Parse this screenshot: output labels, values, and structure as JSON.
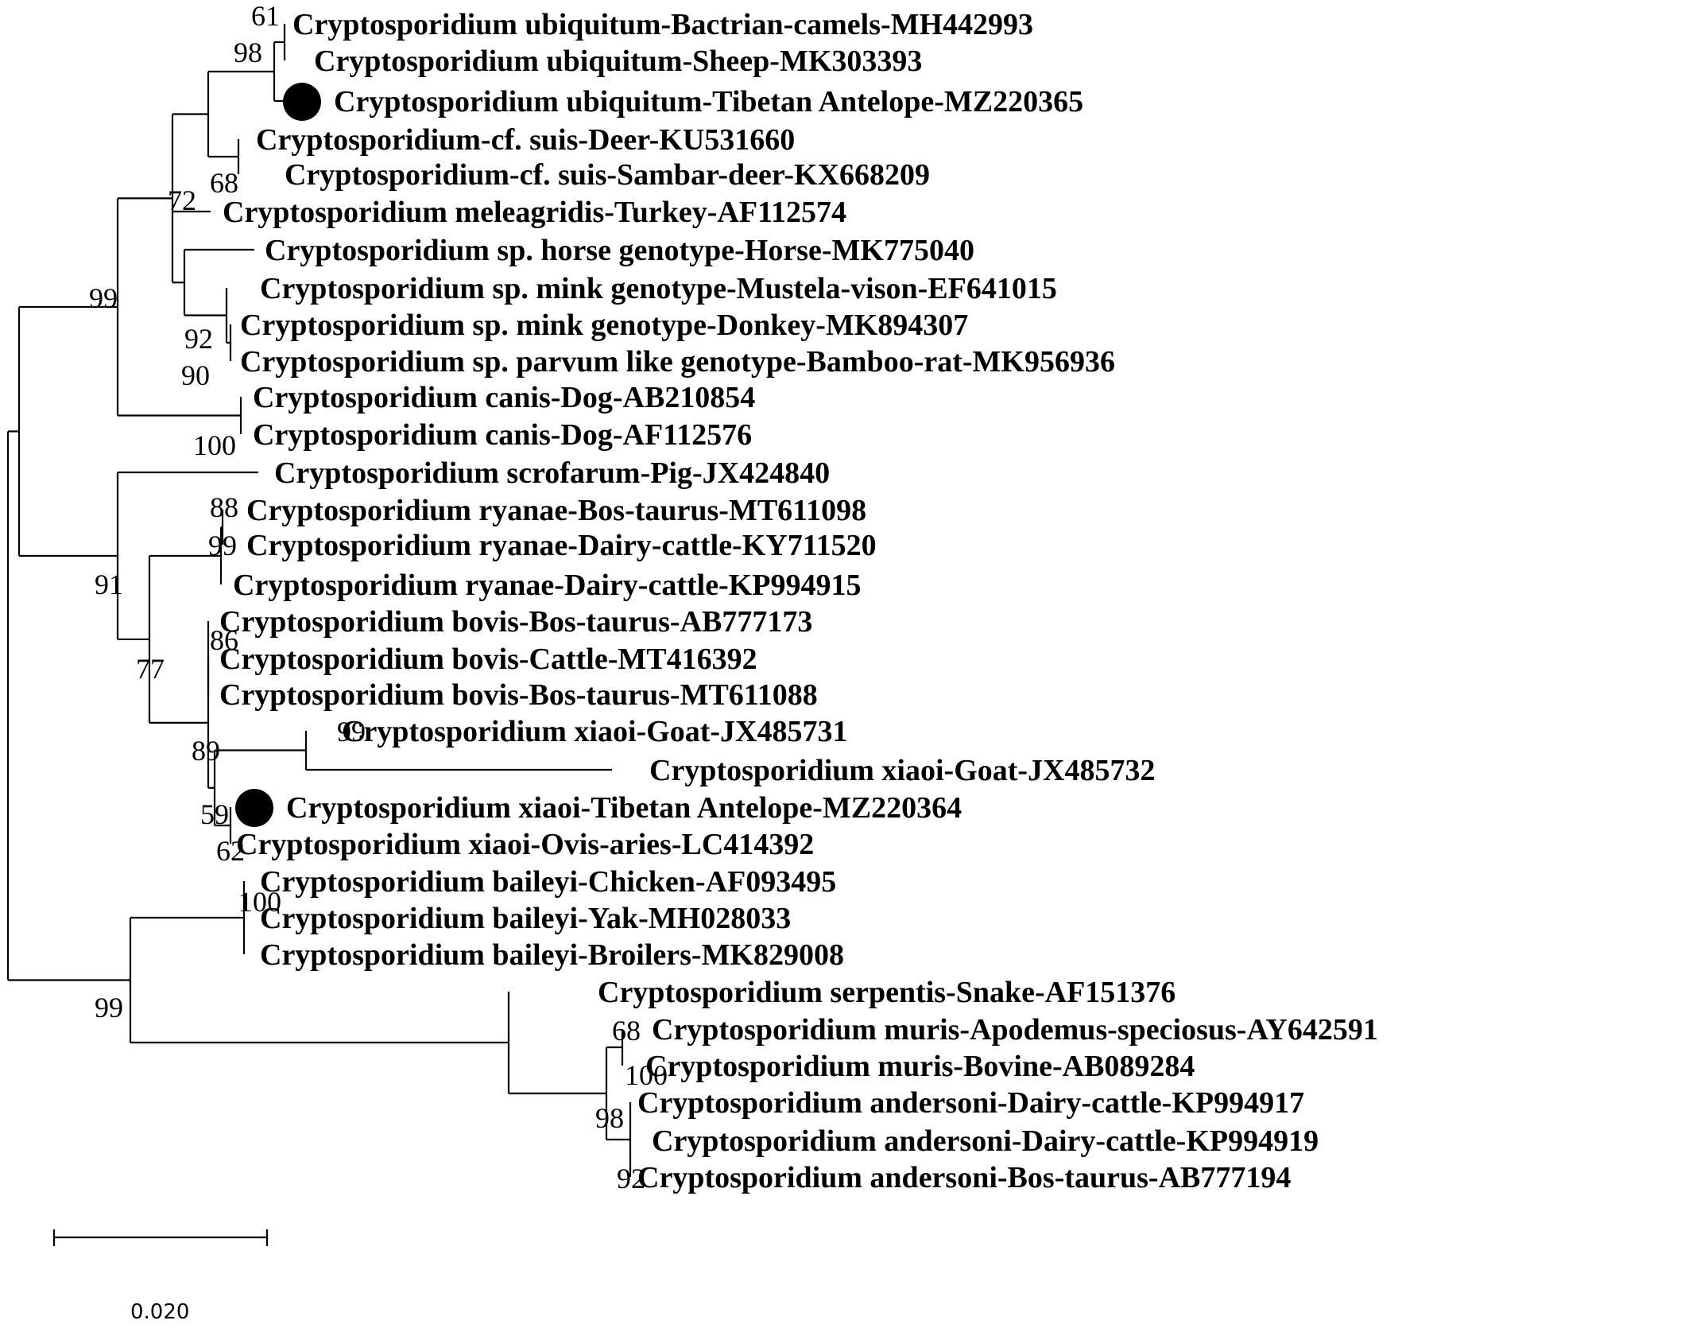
{
  "tree": {
    "marker_color": "#000000",
    "taxa": [
      {
        "label": "Cryptosporidium ubiquitum-Bactrian-camels-MH442993",
        "marked": false
      },
      {
        "label": "Cryptosporidium ubiquitum-Sheep-MK303393",
        "marked": false
      },
      {
        "label": "Cryptosporidium ubiquitum-Tibetan Antelope-MZ220365",
        "marked": true
      },
      {
        "label": "Cryptosporidium-cf. suis-Deer-KU531660",
        "marked": false
      },
      {
        "label": "Cryptosporidium-cf. suis-Sambar-deer-KX668209",
        "marked": false
      },
      {
        "label": "Cryptosporidium meleagridis-Turkey-AF112574",
        "marked": false
      },
      {
        "label": "Cryptosporidium sp. horse genotype-Horse-MK775040",
        "marked": false
      },
      {
        "label": "Cryptosporidium sp. mink genotype-Mustela-vison-EF641015",
        "marked": false
      },
      {
        "label": "Cryptosporidium sp. mink genotype-Donkey-MK894307",
        "marked": false
      },
      {
        "label": "Cryptosporidium sp. parvum like genotype-Bamboo-rat-MK956936",
        "marked": false
      },
      {
        "label": "Cryptosporidium canis-Dog-AB210854",
        "marked": false
      },
      {
        "label": "Cryptosporidium canis-Dog-AF112576",
        "marked": false
      },
      {
        "label": "Cryptosporidium scrofarum-Pig-JX424840",
        "marked": false
      },
      {
        "label": "Cryptosporidium ryanae-Bos-taurus-MT611098",
        "marked": false
      },
      {
        "label": "Cryptosporidium ryanae-Dairy-cattle-KY711520",
        "marked": false
      },
      {
        "label": "Cryptosporidium ryanae-Dairy-cattle-KP994915",
        "marked": false
      },
      {
        "label": "Cryptosporidium bovis-Bos-taurus-AB777173",
        "marked": false
      },
      {
        "label": "Cryptosporidium bovis-Cattle-MT416392",
        "marked": false
      },
      {
        "label": "Cryptosporidium bovis-Bos-taurus-MT611088",
        "marked": false
      },
      {
        "label": "Cryptosporidium xiaoi-Goat-JX485731",
        "marked": false
      },
      {
        "label": "Cryptosporidium xiaoi-Goat-JX485732",
        "marked": false
      },
      {
        "label": "Cryptosporidium xiaoi-Tibetan Antelope-MZ220364",
        "marked": true
      },
      {
        "label": "Cryptosporidium xiaoi-Ovis-aries-LC414392",
        "marked": false
      },
      {
        "label": "Cryptosporidium baileyi-Chicken-AF093495",
        "marked": false
      },
      {
        "label": "Cryptosporidium baileyi-Yak-MH028033",
        "marked": false
      },
      {
        "label": "Cryptosporidium baileyi-Broilers-MK829008",
        "marked": false
      },
      {
        "label": "Cryptosporidium serpentis-Snake-AF151376",
        "marked": false
      },
      {
        "label": "Cryptosporidium muris-Apodemus-speciosus-AY642591",
        "marked": false
      },
      {
        "label": "Cryptosporidium muris-Bovine-AB089284",
        "marked": false
      },
      {
        "label": "Cryptosporidium andersoni-Dairy-cattle-KP994917",
        "marked": false
      },
      {
        "label": "Cryptosporidium andersoni-Dairy-cattle-KP994919",
        "marked": false
      },
      {
        "label": "Cryptosporidium andersoni-Bos-taurus-AB777194",
        "marked": false
      }
    ],
    "bootstrap_values": [
      "61",
      "98",
      "68",
      "72",
      "92",
      "90",
      "100",
      "99",
      "88",
      "99",
      "86",
      "99",
      "59",
      "62",
      "89",
      "77",
      "91",
      "100",
      "68",
      "92",
      "98",
      "100",
      "99"
    ],
    "scale_bar": {
      "label": "0.020",
      "value": 0.02
    }
  }
}
